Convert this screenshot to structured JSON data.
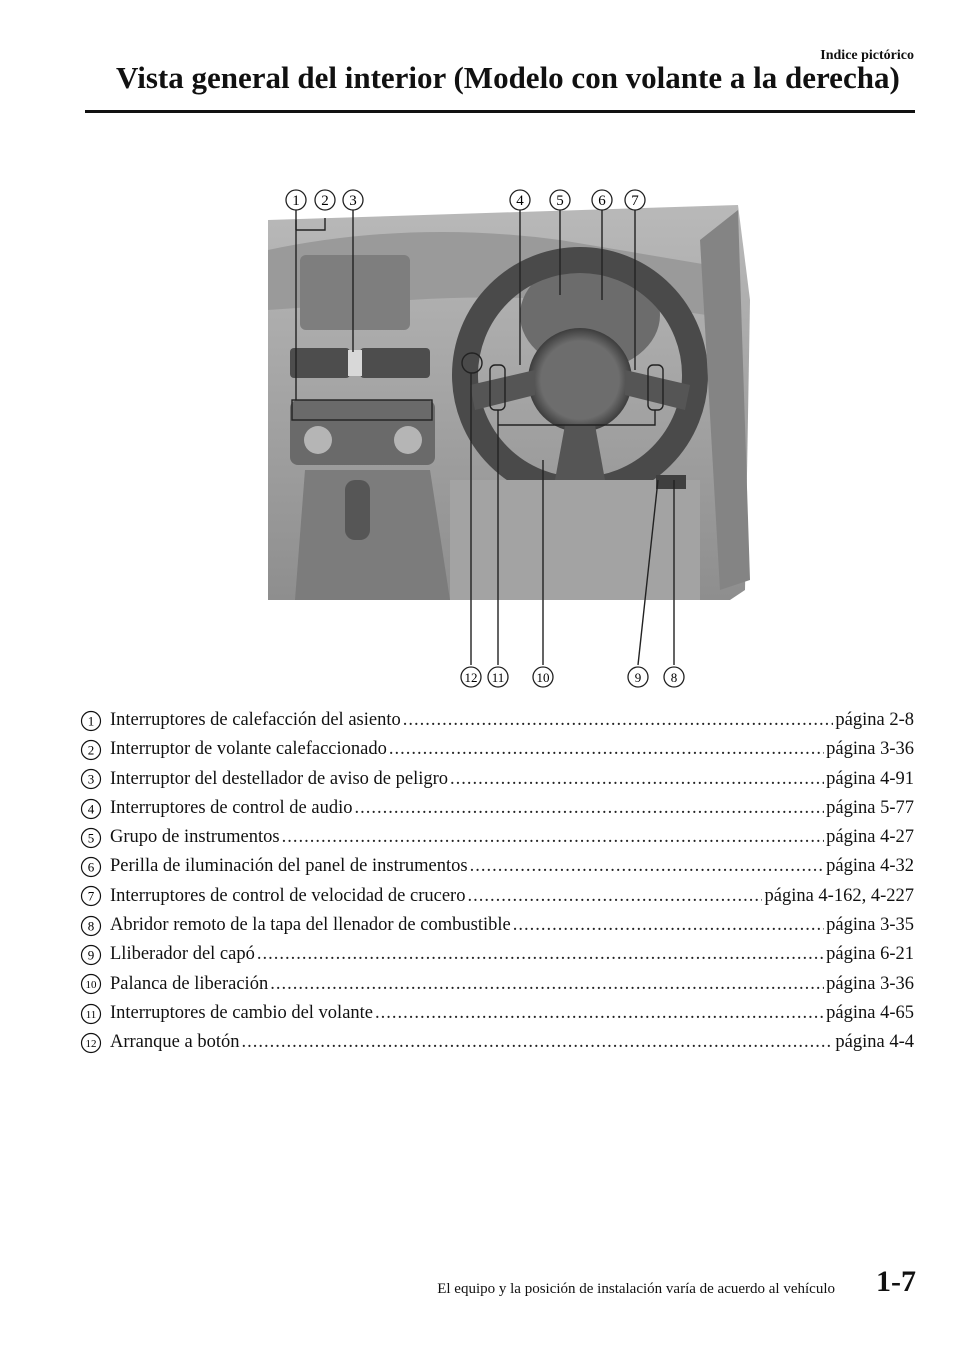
{
  "header": {
    "section": "Indice pictórico",
    "title": "Vista general del interior (Modelo con volante a la derecha)"
  },
  "figure": {
    "top_callouts": [
      "1",
      "2",
      "3",
      "4",
      "5",
      "6",
      "7"
    ],
    "bottom_callouts": [
      "12",
      "11",
      "10",
      "9",
      "8"
    ]
  },
  "items": [
    {
      "num": "1",
      "label": "Interruptores de calefacción del asiento",
      "page": "página 2-8"
    },
    {
      "num": "2",
      "label": "Interruptor de volante calefaccionado",
      "page": "página 3-36"
    },
    {
      "num": "3",
      "label": "Interruptor del destellador de aviso de peligro",
      "page": "página 4-91"
    },
    {
      "num": "4",
      "label": "Interruptores de control de audio",
      "page": "página 5-77"
    },
    {
      "num": "5",
      "label": "Grupo de instrumentos",
      "page": "página 4-27"
    },
    {
      "num": "6",
      "label": "Perilla de iluminación del panel de instrumentos",
      "page": "página 4-32"
    },
    {
      "num": "7",
      "label": "Interruptores de control de velocidad de crucero",
      "page": "página 4-162, 4-227"
    },
    {
      "num": "8",
      "label": "Abridor remoto de la tapa del llenador de combustible",
      "page": "página 3-35"
    },
    {
      "num": "9",
      "label": "Lliberador del capó",
      "page": "página 6-21"
    },
    {
      "num": "10",
      "label": "Palanca de liberación",
      "page": "página 3-36"
    },
    {
      "num": "11",
      "label": "Interruptores de cambio del volante",
      "page": "página 4-65"
    },
    {
      "num": "12",
      "label": "Arranque a botón",
      "page": "página 4-4"
    }
  ],
  "footer": {
    "note": "El equipo y la posición de instalación varía de acuerdo al vehículo",
    "page_number": "1-7"
  }
}
